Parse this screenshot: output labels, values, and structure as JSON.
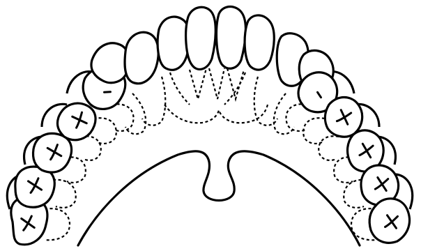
{
  "colors": {
    "ink": "#000000",
    "paper": "#ffffff"
  },
  "arch": {
    "teeth": [
      {
        "id": "left-back-molar",
        "mark": "x"
      },
      {
        "id": "left-second-molar",
        "mark": "x"
      },
      {
        "id": "left-first-molar",
        "mark": "x"
      },
      {
        "id": "left-second-premolar",
        "mark": "x"
      },
      {
        "id": "left-first-premolar",
        "mark": "dash"
      },
      {
        "id": "left-canine",
        "mark": ""
      },
      {
        "id": "left-lateral",
        "mark": ""
      },
      {
        "id": "left-central-outer",
        "mark": ""
      },
      {
        "id": "left-central",
        "mark": ""
      },
      {
        "id": "right-central",
        "mark": ""
      },
      {
        "id": "right-central-outer",
        "mark": ""
      },
      {
        "id": "right-lateral",
        "mark": ""
      },
      {
        "id": "right-canine",
        "mark": ""
      },
      {
        "id": "right-first-premolar",
        "mark": "dash"
      },
      {
        "id": "right-second-premolar",
        "mark": "x"
      },
      {
        "id": "right-first-molar",
        "mark": "x"
      },
      {
        "id": "right-second-molar",
        "mark": "x"
      },
      {
        "id": "right-back-molar",
        "mark": "x"
      }
    ]
  }
}
